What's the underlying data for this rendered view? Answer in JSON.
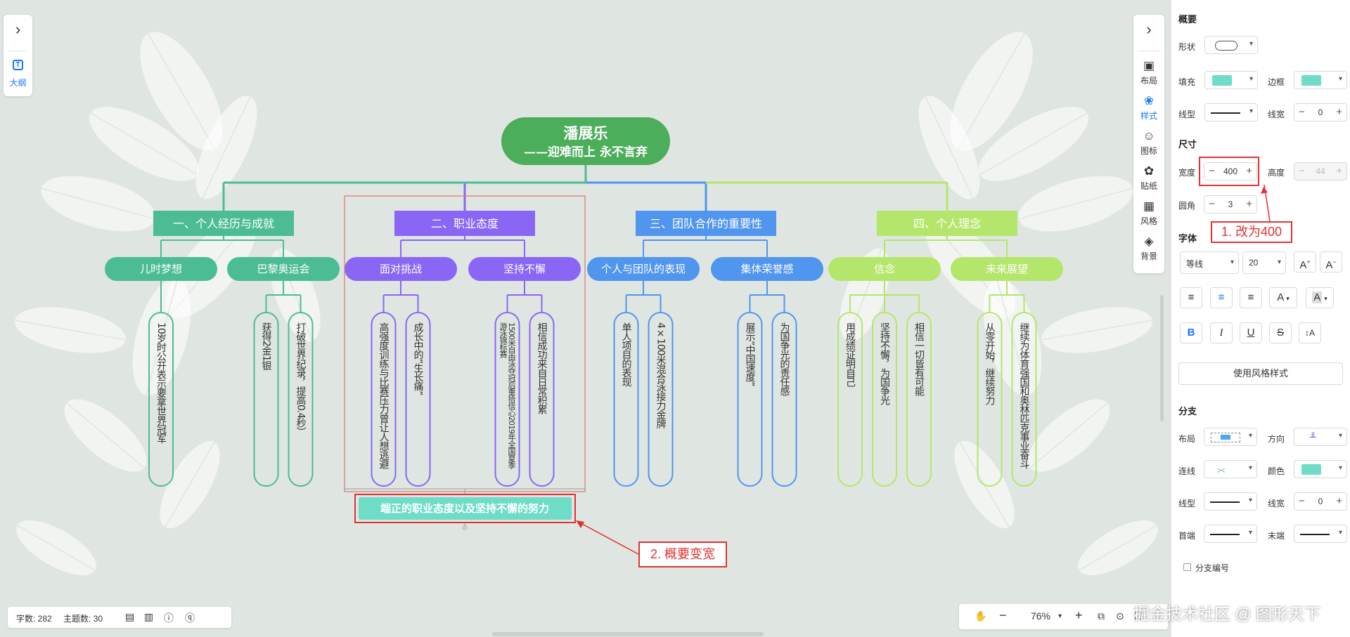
{
  "mindmap": {
    "root": {
      "title": "潘展乐",
      "subtitle": "——迎难而上 永不言弃"
    },
    "branches": [
      {
        "label": "一、个人经历与成就",
        "color": "#4cbc95",
        "children": [
          {
            "label": "儿时梦想",
            "leaves": [
              "10岁时公开表示要拿世界冠军"
            ]
          },
          {
            "label": "巴黎奥运会",
            "leaves": [
              "获得2金1银",
              "打破世界纪录，提高0.4秒）"
            ]
          }
        ]
      },
      {
        "label": "二、职业态度",
        "color": "#8a66f5",
        "children": [
          {
            "label": "面对挑战",
            "leaves": [
              "高强度训练与比赛压力曾让人想逃避",
              "成长中的”生长痛”"
            ]
          },
          {
            "label": "坚持不懈",
            "leaves": [
              "1500米自由泳夺冠后重拾信心2019年全国夏季游泳锦标赛",
              "相信成功来自日常积累"
            ]
          }
        ]
      },
      {
        "label": "三、团队合作的重要性",
        "color": "#5096ee",
        "children": [
          {
            "label": "个人与团队的表现",
            "leaves": [
              "单人项目的表现",
              "4×100米混合泳接力金牌"
            ]
          },
          {
            "label": "集体荣誉感",
            "leaves": [
              "展示”中国速度”",
              "为国争光的责任感"
            ]
          }
        ]
      },
      {
        "label": "四、个人理念",
        "color": "#b5e66c",
        "children": [
          {
            "label": "信念",
            "leaves": [
              "用成绩证明自己",
              "坚持不懈，为国争光",
              "相信一切皆有可能"
            ]
          },
          {
            "label": "未来展望",
            "leaves": [
              "从零开始，继续努力",
              "继续为体育强国和奥林匹克事业奋斗"
            ]
          }
        ]
      }
    ],
    "summary": "端正的职业态度以及坚持不懈的努力"
  },
  "left_panel": {
    "outline_label": "大纲"
  },
  "tools": [
    "布局",
    "样式",
    "图标",
    "贴纸",
    "风格",
    "背景"
  ],
  "status": {
    "word_count": "字数: 282",
    "topic_count": "主题数: 30"
  },
  "zoom": {
    "value": "76%"
  },
  "watermark": "掘金技术社区 @ 图形天下",
  "annotations": {
    "a1": "1. 改为400",
    "a2": "2. 概要变宽"
  },
  "props": {
    "section_summary": "概要",
    "shape": "形状",
    "fill": "填充",
    "border": "边框",
    "line_type": "线型",
    "line_width": "线宽",
    "line_width_value": "0",
    "size": "尺寸",
    "width": "宽度",
    "width_value": "400",
    "height": "高度",
    "height_value": "44",
    "radius": "圆角",
    "radius_value": "3",
    "font": "字体",
    "font_family": "等线",
    "font_size": "20",
    "use_style": "使用风格样式",
    "branch": "分支",
    "layout": "布局",
    "direction": "方向",
    "connector": "连线",
    "color": "颜色",
    "branch_line_type": "线型",
    "branch_line_width": "线宽",
    "branch_line_width_value": "0",
    "head": "首端",
    "tail": "末端",
    "branch_number": "分支编号",
    "fill_color": "#6edcc7",
    "border_color": "#6edcc7"
  }
}
